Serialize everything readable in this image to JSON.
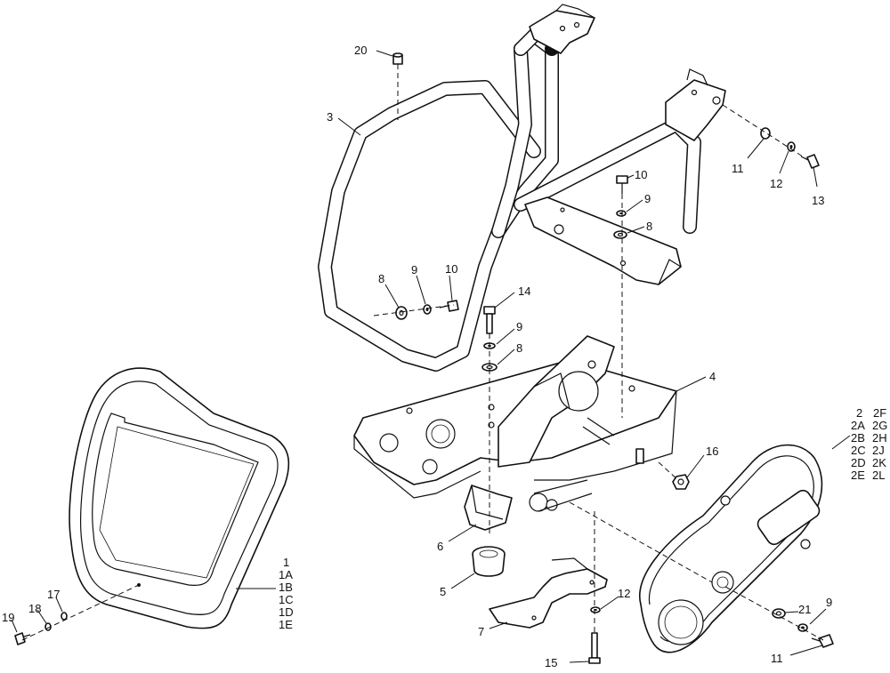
{
  "callouts": {
    "c20": "20",
    "c3": "3",
    "c10a": "10",
    "c9a": "9",
    "c8a": "8",
    "c11a": "11",
    "c12a": "12",
    "c13": "13",
    "c8b": "8",
    "c9b": "9",
    "c10b": "10",
    "c14": "14",
    "c9c": "9",
    "c8c": "8",
    "c4": "4",
    "c16": "16",
    "c6": "6",
    "c5": "5",
    "c7": "7",
    "c12b": "12",
    "c15": "15",
    "c21": "21",
    "c9d": "9",
    "c11b": "11",
    "c17": "17",
    "c18": "18",
    "c19": "19"
  },
  "group1": [
    "1",
    "1A",
    "1B",
    "1C",
    "1D",
    "1E"
  ],
  "group2_left": [
    "2",
    "2A",
    "2B",
    "2C",
    "2D",
    "2E"
  ],
  "group2_right": [
    "2F",
    "2G",
    "2H",
    "2J",
    "2K",
    "2L"
  ]
}
